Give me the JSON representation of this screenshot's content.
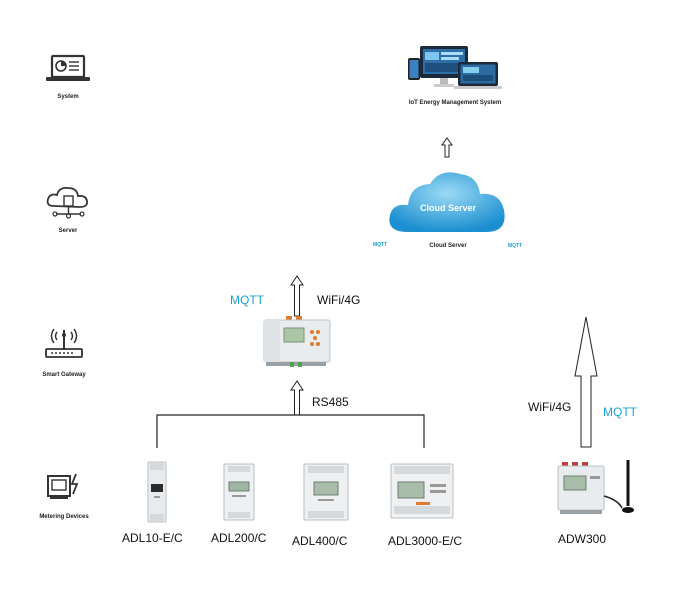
{
  "layers": {
    "system": "System",
    "server": "Server",
    "gateway": "Smart Gateway",
    "devices": "Metering Devices"
  },
  "top": {
    "system_title": "IoT Energy Management System",
    "cloud_inside": "Cloud Server",
    "cloud_caption": "Cloud Server",
    "cloud_mqtt_left": "MQTT",
    "cloud_mqtt_right": "MQTT"
  },
  "links": {
    "gateway_mqtt": "MQTT",
    "gateway_wifi": "WiFi/4G",
    "rs485": "RS485",
    "adw_wifi": "WiFi/4G",
    "adw_mqtt": "MQTT"
  },
  "devices": {
    "adl10": "ADL10-E/C",
    "adl200": "ADL200/C",
    "adl400": "ADL400/C",
    "adl3000": "ADL3000-E/C",
    "adw300": "ADW300"
  },
  "colors": {
    "cloud_light": "#8ed4f2",
    "cloud_dark": "#1c8fd0",
    "mqtt_text": "#1aa0d8"
  }
}
